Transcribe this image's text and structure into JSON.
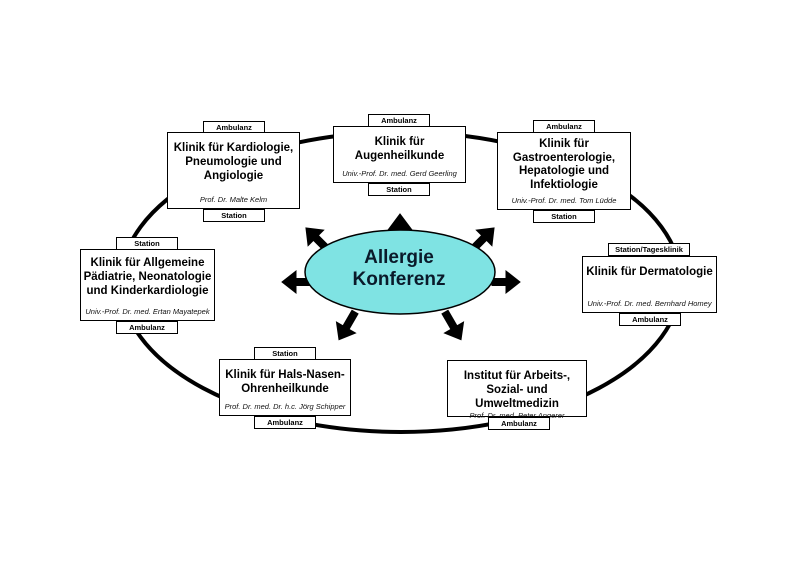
{
  "center": {
    "line1": "Allergie",
    "line2": "Konferenz",
    "fill": "#7fe3e3"
  },
  "clinics": [
    {
      "id": "kardiologie",
      "title_lines": [
        "Klinik für Kardiologie,",
        "Pneumologie und",
        "Angiologie"
      ],
      "head": "Prof. Dr. Malte Kelm",
      "top_tag": "Ambulanz",
      "bottom_tag": "Station"
    },
    {
      "id": "augen",
      "title_lines": [
        "Klinik für",
        "Augenheilkunde"
      ],
      "head": "Univ.-Prof. Dr. med. Gerd Geerling",
      "top_tag": "Ambulanz",
      "bottom_tag": "Station"
    },
    {
      "id": "gastro",
      "title_lines": [
        "Klinik für",
        "Gastroenterologie,",
        "Hepatologie und",
        "Infektiologie"
      ],
      "head": "Univ.-Prof. Dr. med. Tom Lüdde",
      "top_tag": "Ambulanz",
      "bottom_tag": "Station"
    },
    {
      "id": "dermatologie",
      "title_lines": [
        "Klinik für Dermatologie"
      ],
      "head": "Univ.-Prof. Dr. med. Bernhard Homey",
      "top_tag": "Station/Tagesklinik",
      "bottom_tag": "Ambulanz"
    },
    {
      "id": "paediatrie",
      "title_lines": [
        "Klinik für Allgemeine",
        "Pädiatrie, Neonatologie",
        "und Kinderkardiologie"
      ],
      "head": "Univ.-Prof. Dr. med. Ertan Mayatepek",
      "top_tag": "Station",
      "bottom_tag": "Ambulanz"
    },
    {
      "id": "hno",
      "title_lines": [
        "Klinik für Hals-Nasen-",
        "Ohrenheilkunde"
      ],
      "head": "Prof. Dr. med. Dr. h.c. Jörg Schipper",
      "top_tag": "Station",
      "bottom_tag": "Ambulanz"
    },
    {
      "id": "arbeitsmedizin",
      "title_lines": [
        "Institut für Arbeits-,",
        "Sozial- und Umweltmedizin"
      ],
      "head": "Prof. Dr. med. Peter Angerer",
      "top_tag": "",
      "bottom_tag": "Ambulanz"
    }
  ]
}
